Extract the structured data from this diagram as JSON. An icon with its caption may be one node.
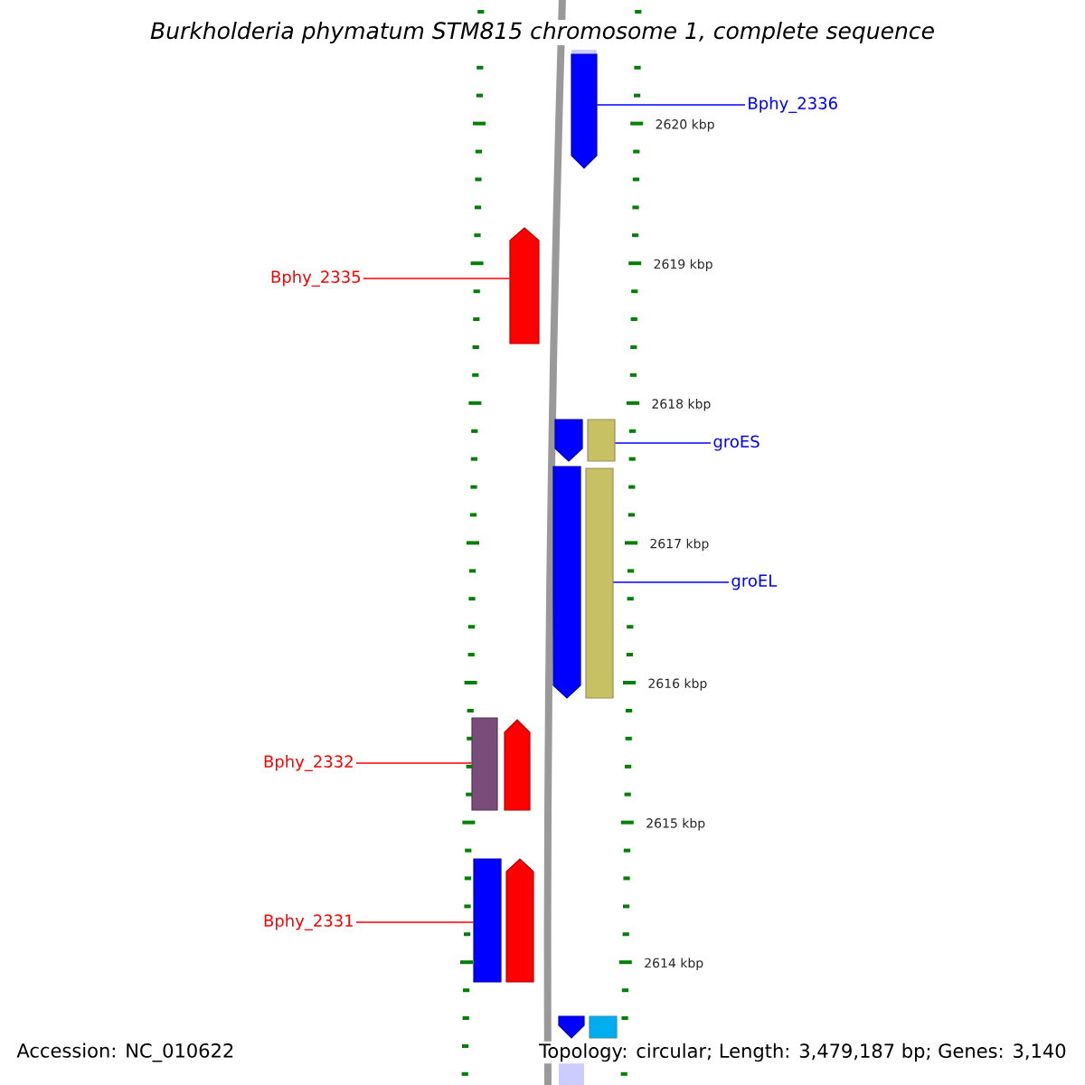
{
  "diagram": {
    "title": "*Burkholderia phymatum* STM815 chromosome 1, complete sequence",
    "nodes": [
      {
        "text": [
          "Bphy_2336"
        ]
      },
      {
        "text": [],
        "shape": "pentagon"
      },
      {
        "text": [
          "Bphy_2335"
        ]
      },
      {
        "text": [],
        "shape": "pentagon"
      },
      {
        "text": [
          "groES"
        ]
      },
      {
        "text": [],
        "shape": "pentagon"
      },
      {
        "text": [],
        "shape": "bar"
      },
      {
        "text": [
          "groEL"
        ]
      },
      {
        "text": [],
        "shape": "pentagon"
      },
      {
        "text": [],
        "shape": "bar"
      },
      {
        "text": [
          "Bphy_2332"
        ]
      },
      {
        "text": [],
        "shape": "bar"
      },
      {
        "text": [],
        "shape": "pentagon"
      },
      {
        "text": [
          "Bphy_2331"
        ]
      },
      {
        "text": [],
        "shape": "bar"
      },
      {
        "text": [],
        "shape": "pentagon"
      },
      {
        "text": [],
        "shape": "pentagon"
      },
      {
        "text": [],
        "shape": "bar"
      }
    ],
    "edges": [
      {
        "from": 0,
        "to": 1,
        "arrow": "none",
        "color": "#0000ff"
      },
      {
        "from": 2,
        "to": 3,
        "arrow": "none",
        "color": "#ff0000"
      },
      {
        "from": 4,
        "to": 6,
        "arrow": "none",
        "color": "#0000ff"
      },
      {
        "from": 7,
        "to": 9,
        "arrow": "none",
        "color": "#0000ff"
      },
      {
        "from": 10,
        "to": 11,
        "arrow": "none",
        "color": "#ff0000"
      },
      {
        "from": 13,
        "to": 14,
        "arrow": "none",
        "color": "#ff0000"
      }
    ],
    "labels": [
      "2620 kbp",
      "2619 kbp",
      "2618 kbp",
      "2617 kbp",
      "2616 kbp",
      "2615 kbp",
      "2614 kbp",
      "Accession: NC_010622",
      "Topology: circular; Length: 3,479,187 bp; Genes: 3,140"
    ]
  }
}
